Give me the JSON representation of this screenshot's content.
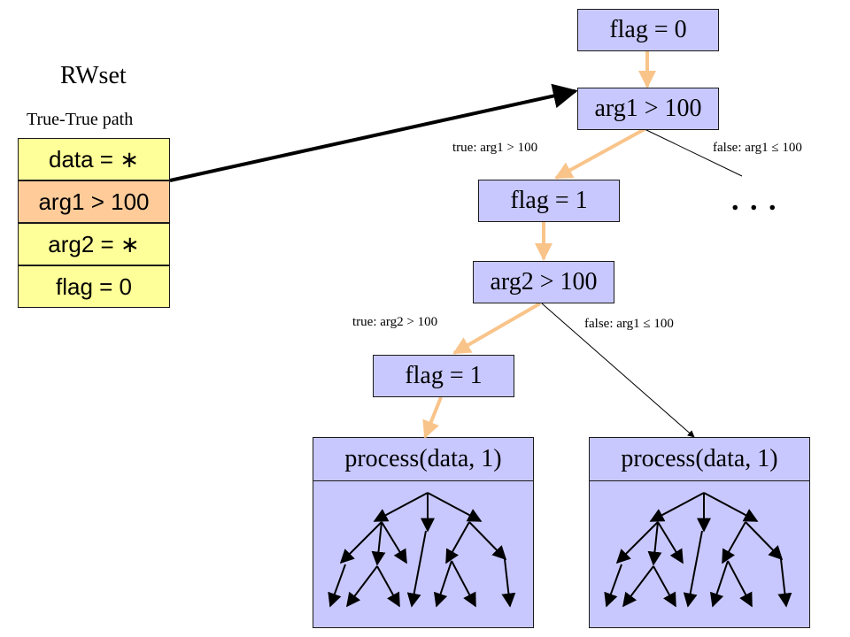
{
  "rwset": {
    "title": "RWset",
    "subtitle": "True-True path",
    "rows": [
      {
        "text": "data = ∗",
        "color": "#ffff99"
      },
      {
        "text": "arg1 > 100",
        "color": "#ffcc99"
      },
      {
        "text": "arg2 = ∗",
        "color": "#ffff99"
      },
      {
        "text": "flag = 0",
        "color": "#ffff99"
      }
    ]
  },
  "nodes": {
    "flag0": "flag = 0",
    "arg1_cond": "arg1 > 100",
    "flag1_a": "flag = 1",
    "arg2_cond": "arg2 > 100",
    "flag1_b": "flag = 1",
    "process_left": "process(data, 1)",
    "process_right": "process(data, 1)"
  },
  "edge_labels": {
    "arg1_true": "true: arg1 > 100",
    "arg1_false": "false: arg1 ≤ 100",
    "arg2_true": "true: arg2 > 100",
    "arg2_false": "false: arg1 ≤ 100"
  },
  "ellipsis": ". . .",
  "colors": {
    "node_fill": "#c8c8ff",
    "path_edge": "#f9c48a",
    "plain_edge": "#000000"
  }
}
